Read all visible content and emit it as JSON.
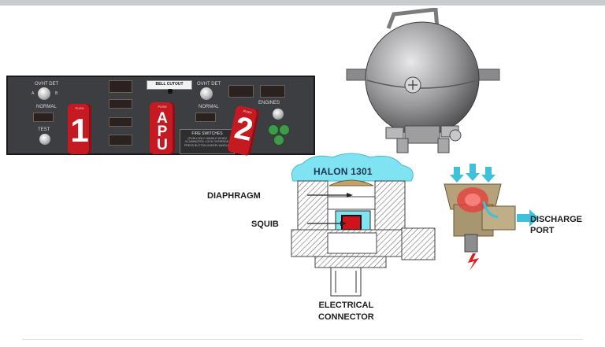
{
  "diagram": {
    "halon_label": "HALON 1301",
    "diaphragm_label": "DIAPHRAGM",
    "squib_label": "SQUIB",
    "connector_label_line1": "ELECTRICAL",
    "connector_label_line2": "CONNECTOR",
    "discharge_label_line1": "DISCHARGE",
    "discharge_label_line2": "PORT"
  },
  "panel": {
    "bell_cutout": "BELL CUTOUT",
    "ovht_det": "OVHT DET",
    "normal": "NORMAL",
    "test": "TEST",
    "engines": "ENGINES",
    "handle_1": "1",
    "handle_apu": "APU",
    "handle_2": "2",
    "handle_caption": "PUSH",
    "fire_switches_title": "FIRE SWITCHES",
    "fire_switches_note": "(PUSH ONLY HANDLE WHEN ILLUMINATED; LOCK OVERRIDE: PRESS BUTTON UNDER HANDLE)"
  },
  "colors": {
    "halon_cloud": "#7fe3f2",
    "handle_red": "#c51a22",
    "squib_red": "#d0121b",
    "panel_gray": "#3d3e41",
    "bottle_gray": "#9a9a9c",
    "discharge_arrow": "#3fc1dc"
  },
  "icons": {
    "bottle": "fire-extinguisher-bottle-icon",
    "cartridge": "squib-cartridge-icon"
  }
}
